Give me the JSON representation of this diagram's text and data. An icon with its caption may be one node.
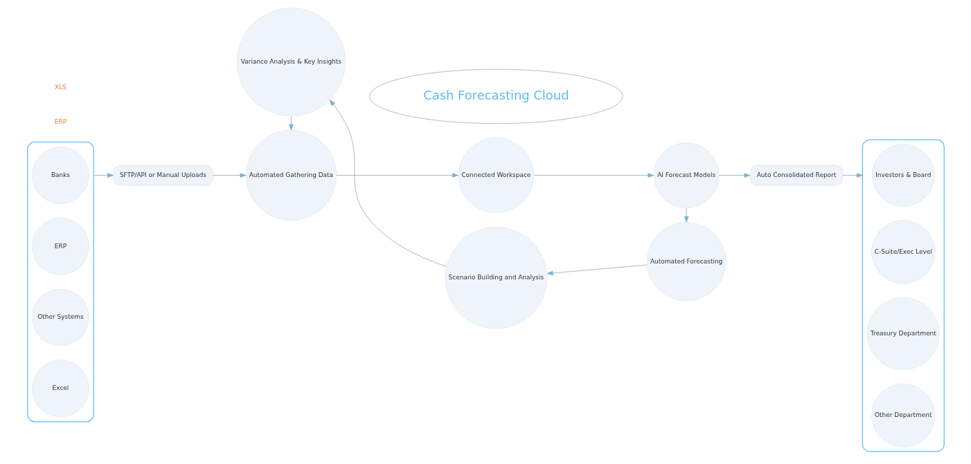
{
  "diagram": {
    "nodes": [
      {
        "text": [],
        "shape": "box"
      },
      {
        "text": [
          "Banks"
        ],
        "in": 0
      },
      {
        "text": [
          "ERP"
        ],
        "in": 0
      },
      {
        "text": [
          "Other Systems"
        ],
        "in": 0
      },
      {
        "text": [
          "Excel"
        ],
        "in": 0
      },
      {
        "text": [
          "SFTP/API or Manual Uploads"
        ]
      },
      {
        "text": [
          "Cash Forecasting Cloud"
        ]
      },
      {
        "text": [
          "Automated Gathering Data"
        ]
      },
      {
        "text": [
          "Connected Workspace"
        ]
      },
      {
        "text": [
          "AI Forecast Models"
        ]
      },
      {
        "text": [
          "Auto Consolidated Report"
        ]
      },
      {
        "text": [],
        "shape": "box"
      },
      {
        "text": [
          "Investors & Board"
        ],
        "in": 11
      },
      {
        "text": [
          "C-Suite/Exec Level"
        ],
        "in": 11
      },
      {
        "text": [
          "Treasury Department"
        ],
        "in": 11
      },
      {
        "text": [
          "Other Department"
        ],
        "in": 11
      },
      {
        "text": [
          "Automated Forecasting"
        ]
      },
      {
        "text": [
          "Scenario Building and Analysis"
        ]
      },
      {
        "text": [
          "Variance Analysis & Key Insights"
        ]
      }
    ],
    "edges": [
      {
        "from": 0,
        "to": 5,
        "arrow": "to"
      },
      {
        "from": 5,
        "to": 7,
        "arrow": "to"
      },
      {
        "from": 7,
        "to": 8,
        "arrow": "to"
      },
      {
        "from": 8,
        "to": 9,
        "arrow": "to"
      },
      {
        "from": 9,
        "to": 10,
        "arrow": "to"
      },
      {
        "from": 10,
        "to": 11,
        "arrow": "to"
      },
      {
        "from": 9,
        "to": 16,
        "arrow": "to"
      },
      {
        "from": 16,
        "to": 17,
        "arrow": "to"
      },
      {
        "from": 17,
        "to": 18,
        "arrow": "to"
      },
      {
        "from": 18,
        "to": 7,
        "arrow": "to"
      }
    ],
    "labels": [
      "ERP",
      "XLS"
    ]
  }
}
